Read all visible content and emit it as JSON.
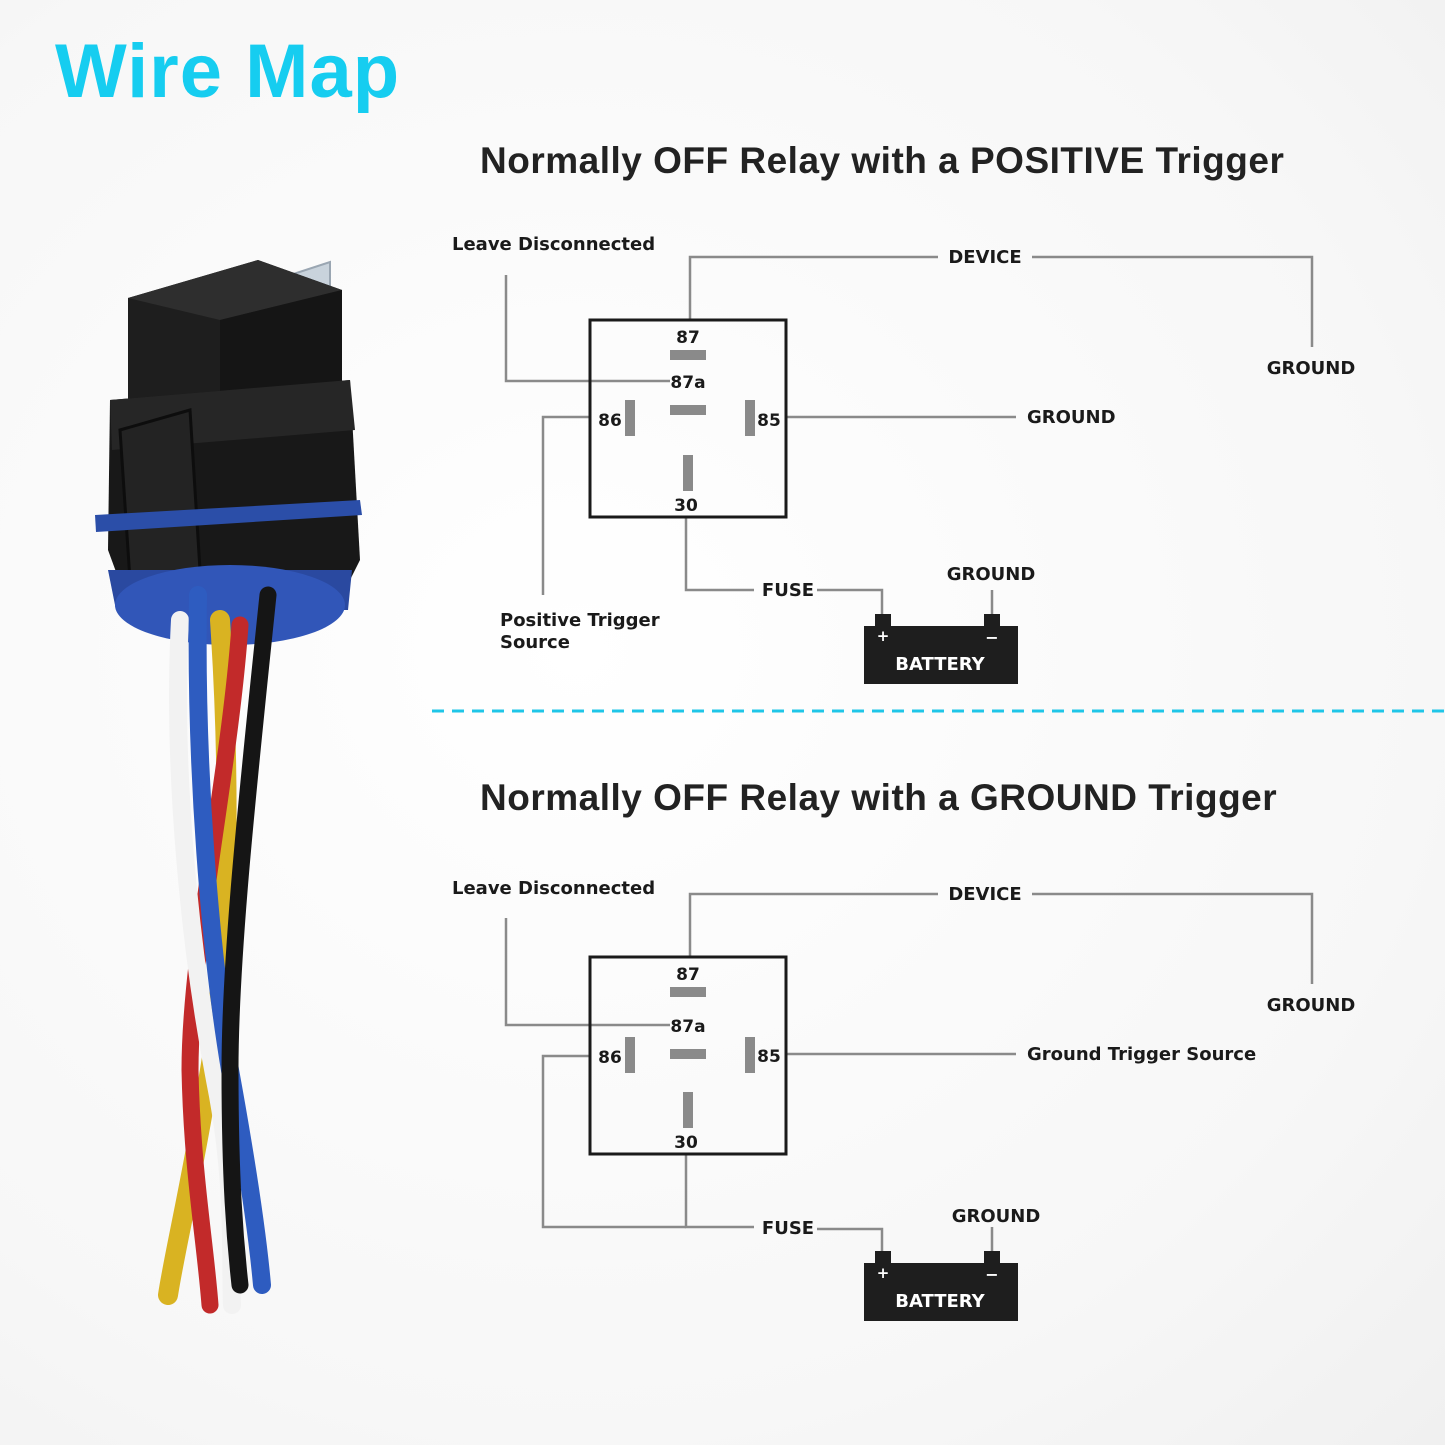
{
  "title": "Wire Map",
  "colors": {
    "title": "#16cdf0",
    "wire_line": "#8a8a8a",
    "terminal": "#8a8a8a",
    "divider": "#1fc6e8",
    "battery": "#1e1e1e"
  },
  "icons": [
    "relay-harness-image",
    "battery-icon"
  ],
  "positive_diagram": {
    "title": "Normally OFF Relay with a POSITIVE Trigger",
    "leave_disconnected": "Leave Disconnected",
    "device": "DEVICE",
    "ground_device": "GROUND",
    "ground_85": "GROUND",
    "pins": {
      "p87": "87",
      "p87a": "87a",
      "p86": "86",
      "p85": "85",
      "p30": "30"
    },
    "fuse": "FUSE",
    "battery": "BATTERY",
    "battery_ground": "GROUND",
    "plus": "+",
    "minus": "−",
    "trigger_source_line1": "Positive Trigger",
    "trigger_source_line2": "Source"
  },
  "ground_diagram": {
    "title": "Normally OFF Relay with a GROUND Trigger",
    "leave_disconnected": "Leave Disconnected",
    "device": "DEVICE",
    "ground_device": "GROUND",
    "trigger_source": "Ground Trigger Source",
    "pins": {
      "p87": "87",
      "p87a": "87a",
      "p86": "86",
      "p85": "85",
      "p30": "30"
    },
    "fuse": "FUSE",
    "battery": "BATTERY",
    "battery_ground": "GROUND",
    "plus": "+",
    "minus": "−"
  }
}
